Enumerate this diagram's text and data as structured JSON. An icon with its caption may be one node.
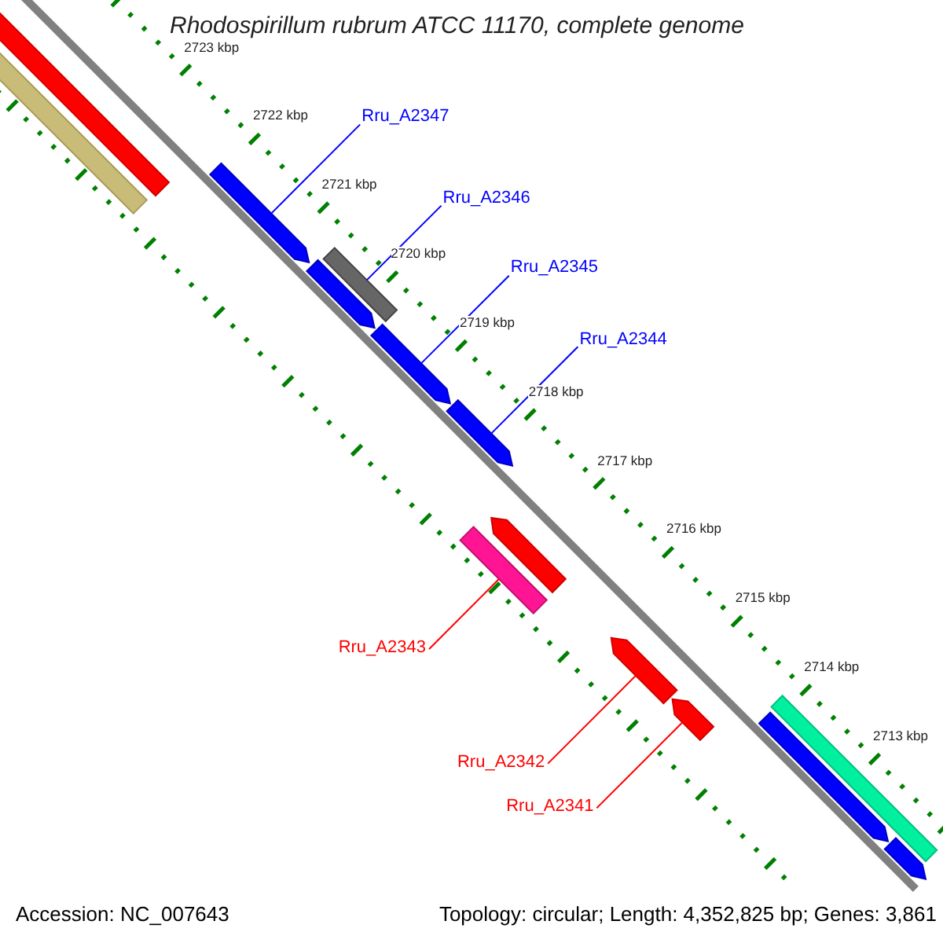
{
  "diagram": {
    "title": "Rhodospirillum rubrum ATCC 11170, complete genome",
    "nodes": [
      {
        "text": [
          "Rru_A2347"
        ]
      },
      {
        "text": [
          "Rru_A2346"
        ]
      },
      {
        "text": [
          "Rru_A2345"
        ]
      },
      {
        "text": [
          "Rru_A2344"
        ]
      },
      {
        "text": [
          "Rru_A2343"
        ]
      },
      {
        "text": [
          "Rru_A2342"
        ]
      },
      {
        "text": [
          "Rru_A2341"
        ]
      },
      {
        "text": [],
        "shape": "bar"
      },
      {
        "text": [],
        "shape": "bar"
      },
      {
        "text": [],
        "shape": "arrow"
      },
      {
        "text": [],
        "shape": "bar"
      },
      {
        "text": [],
        "shape": "arrow"
      },
      {
        "text": [],
        "shape": "arrow"
      },
      {
        "text": [],
        "shape": "arrow"
      },
      {
        "text": [],
        "shape": "arrow"
      },
      {
        "text": [],
        "shape": "bar"
      },
      {
        "text": [],
        "shape": "arrow"
      },
      {
        "text": [],
        "shape": "arrow"
      },
      {
        "text": [],
        "shape": "arrow"
      },
      {
        "text": [],
        "shape": "bar"
      },
      {
        "text": [],
        "shape": "arrow"
      }
    ],
    "edges": [
      {
        "from": 0,
        "to": 9,
        "arrow": "none"
      },
      {
        "from": 1,
        "to": 10,
        "arrow": "none"
      },
      {
        "from": 2,
        "to": 12,
        "arrow": "none"
      },
      {
        "from": 3,
        "to": 13,
        "arrow": "none"
      },
      {
        "from": 4,
        "to": 15,
        "arrow": "none",
        "color": "#ff0000"
      },
      {
        "from": 5,
        "to": 16,
        "arrow": "none",
        "color": "#ff0000"
      },
      {
        "from": 6,
        "to": 17,
        "arrow": "none",
        "color": "#ff0000"
      }
    ],
    "labels": [
      "2723 kbp",
      "2722 kbp",
      "2721 kbp",
      "2720 kbp",
      "2719 kbp",
      "2718 kbp",
      "2717 kbp",
      "2716 kbp",
      "2715 kbp",
      "2714 kbp",
      "2713 kbp",
      "Accession: NC_007643",
      "Topology: circular; Length: 4,352,825 bp; Genes: 3,861"
    ]
  }
}
